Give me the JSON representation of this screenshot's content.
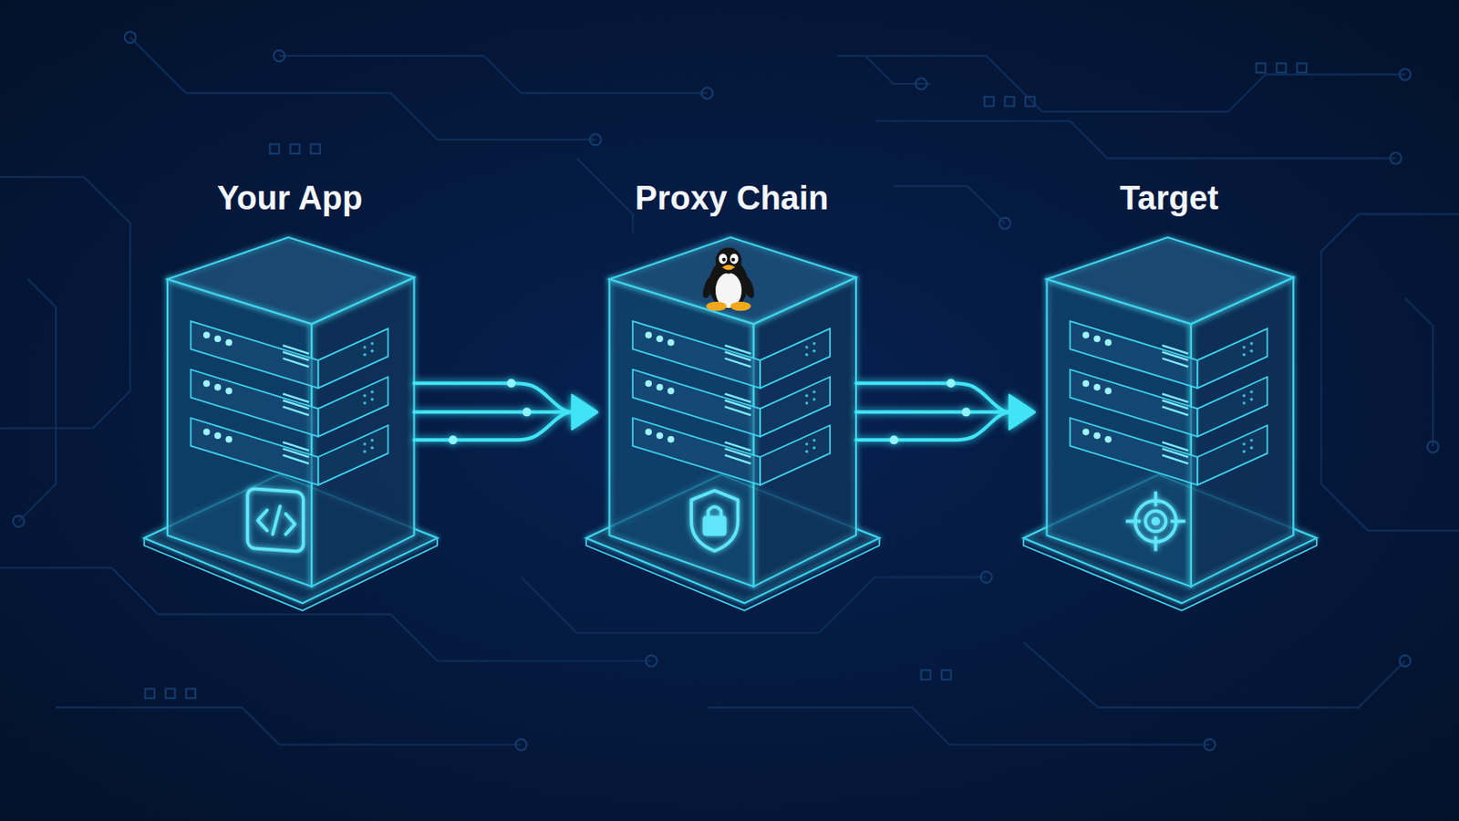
{
  "diagram": {
    "nodes": [
      {
        "text": [
          "Your App"
        ]
      },
      {
        "text": [
          "Proxy Chain"
        ]
      },
      {
        "text": [
          "Target"
        ]
      }
    ],
    "edges": [
      {
        "from": 0,
        "to": 1,
        "arrow": "to"
      },
      {
        "from": 1,
        "to": 2,
        "arrow": "to"
      }
    ]
  }
}
